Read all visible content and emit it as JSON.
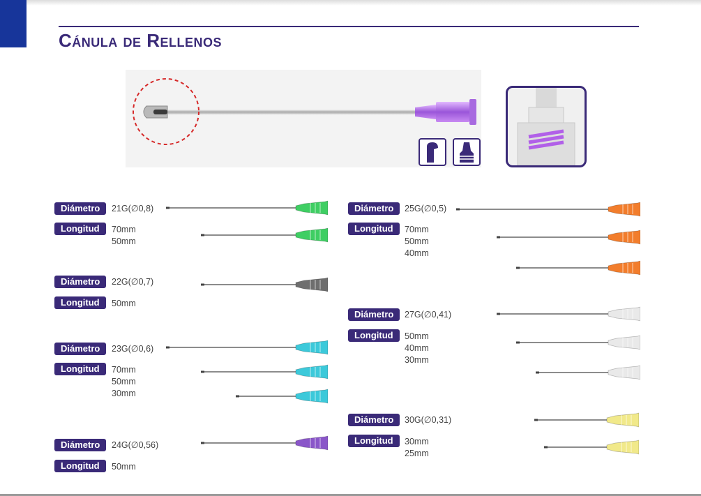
{
  "page": {
    "title": "Cánula de Rellenos"
  },
  "labels": {
    "diameter": "Diámetro",
    "length": "Longitud"
  },
  "groups": [
    {
      "id": "21g",
      "gauge": "21G(∅0,8)",
      "lengths": [
        "70mm",
        "50mm"
      ],
      "hub_color": "#3fce63"
    },
    {
      "id": "22g",
      "gauge": "22G(∅0,7)",
      "lengths": [
        "50mm"
      ],
      "hub_color": "#6e6e6e"
    },
    {
      "id": "23g",
      "gauge": "23G(∅0,6)",
      "lengths": [
        "70mm",
        "50mm",
        "30mm"
      ],
      "hub_color": "#3cc9da"
    },
    {
      "id": "24g",
      "gauge": "24G(∅0,56)",
      "lengths": [
        "50mm"
      ],
      "hub_color": "#8a56c9"
    },
    {
      "id": "25g",
      "gauge": "25G(∅0,5)",
      "lengths": [
        "70mm",
        "50mm",
        "40mm"
      ],
      "hub_color": "#f27d2c"
    },
    {
      "id": "27g",
      "gauge": "27G(∅0,41)",
      "lengths": [
        "50mm",
        "40mm",
        "30mm"
      ],
      "hub_color": "#e9e9e9"
    },
    {
      "id": "30g",
      "gauge": "30G(∅0,31)",
      "lengths": [
        "30mm",
        "25mm"
      ],
      "hub_color": "#f1e98a"
    }
  ]
}
